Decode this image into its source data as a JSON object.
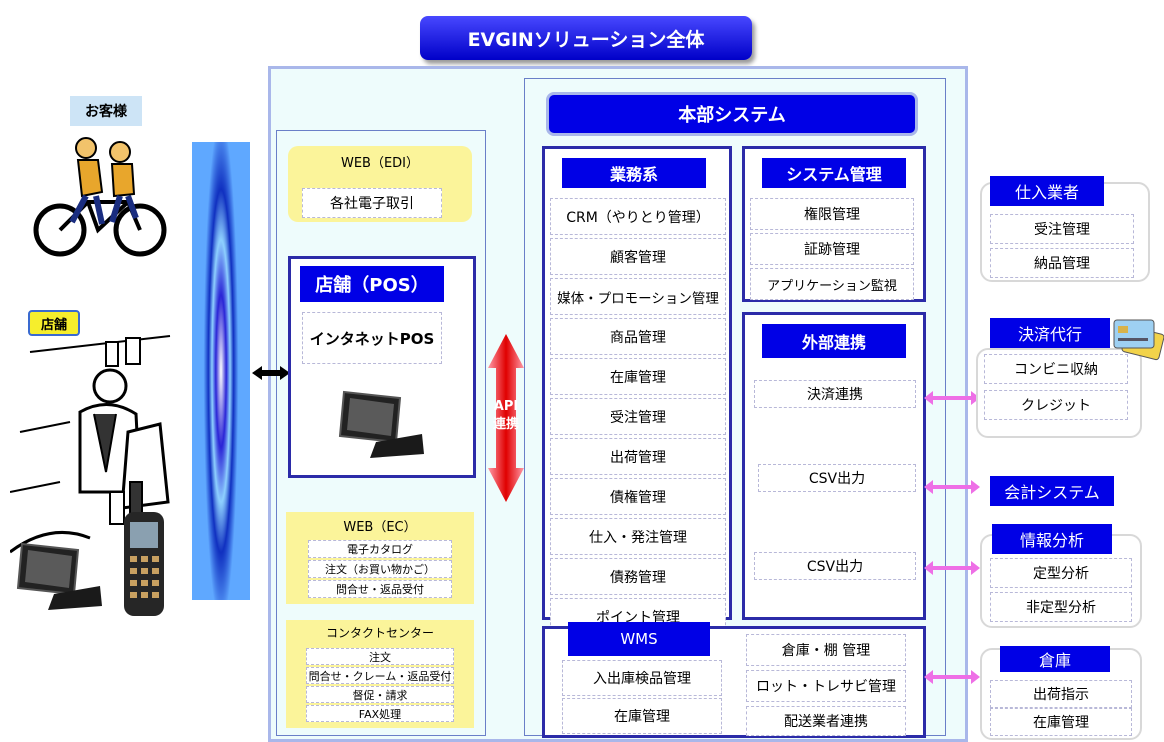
{
  "title": "EVGINソリューション全体",
  "customers": {
    "label": "お客様"
  },
  "store": {
    "label": "店舗"
  },
  "web_edi": {
    "title": "WEB（EDI）",
    "item": "各社電子取引"
  },
  "pos": {
    "title": "店舗（POS）",
    "item": "インタネットPOS"
  },
  "web_ec": {
    "title": "WEB（EC）",
    "items": [
      "電子カタログ",
      "注文（お買い物かご）",
      "問合せ・返品受付"
    ]
  },
  "contact": {
    "title": "コンタクトセンター",
    "items": [
      "注文",
      "問合せ・クレーム・返品受付",
      "督促・請求",
      "FAX処理"
    ]
  },
  "api": {
    "line1": "API",
    "line2": "連携"
  },
  "hq": {
    "title": "本部システム"
  },
  "business": {
    "title": "業務系",
    "items": [
      "CRM（やりとり管理）",
      "顧客管理",
      "媒体・プロモーション管理",
      "商品管理",
      "在庫管理",
      "受注管理",
      "出荷管理",
      "債権管理",
      "仕入・発注管理",
      "債務管理",
      "ポイント管理"
    ]
  },
  "sysadmin": {
    "title": "システム管理",
    "items": [
      "権限管理",
      "証跡管理",
      "アプリケーション監視"
    ]
  },
  "external": {
    "title": "外部連携",
    "items": [
      "決済連携",
      "CSV出力",
      "CSV出力"
    ]
  },
  "wms": {
    "title": "WMS",
    "left": [
      "入出庫検品管理",
      "在庫管理"
    ],
    "right": [
      "倉庫・棚 管理",
      "ロット・トレサビ管理",
      "配送業者連携"
    ]
  },
  "suppliers": {
    "title": "仕入業者",
    "items": [
      "受注管理",
      "納品管理"
    ]
  },
  "payment": {
    "title": "決済代行",
    "items": [
      "コンビニ収納",
      "クレジット"
    ]
  },
  "accounting": {
    "title": "会計システム"
  },
  "analysis": {
    "title": "情報分析",
    "items": [
      "定型分析",
      "非定型分析"
    ]
  },
  "warehouse": {
    "title": "倉庫",
    "items": [
      "出荷指示",
      "在庫管理"
    ]
  },
  "colors": {
    "accent_blue": "#0000e6",
    "navy_border": "#2b2ba8",
    "arrow_pink": "#ee6fe6",
    "note_yellow": "#fbf49a"
  }
}
